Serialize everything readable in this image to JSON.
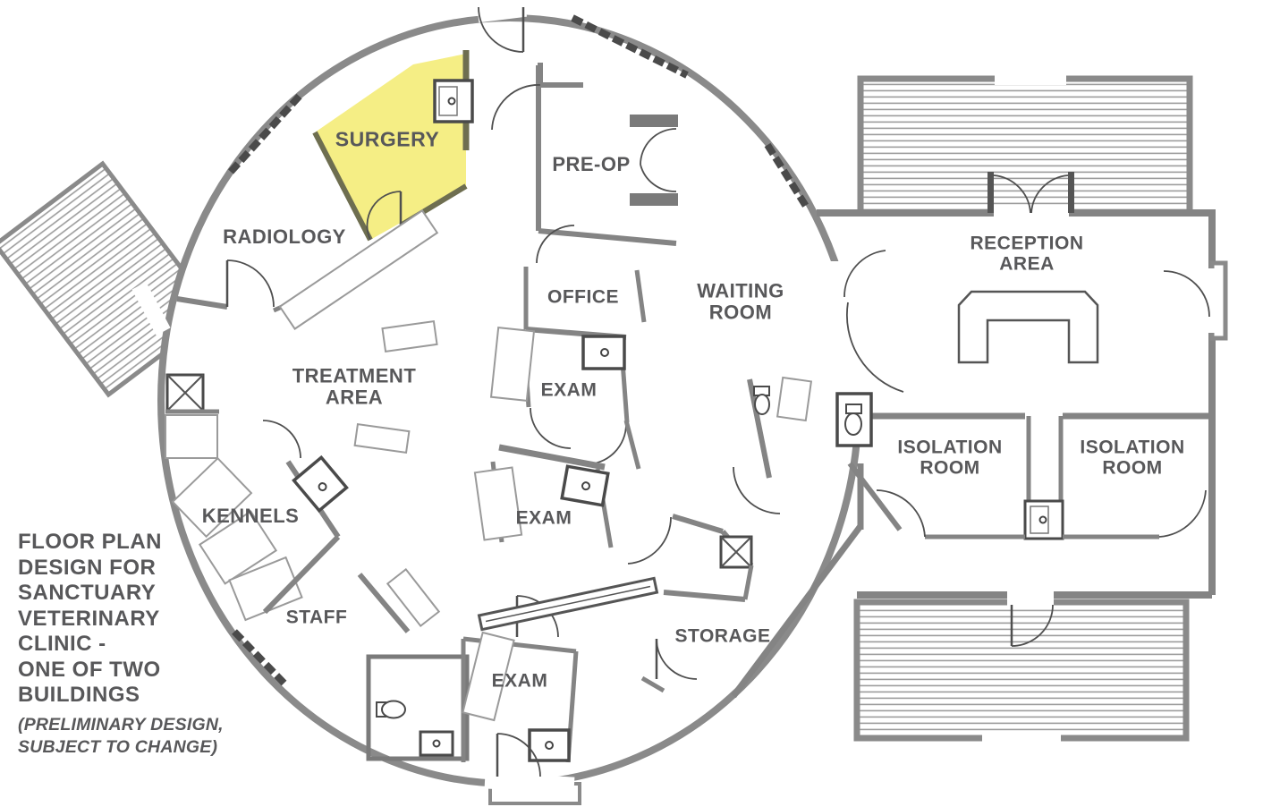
{
  "title_block": {
    "lines": [
      "FLOOR PLAN",
      "DESIGN FOR",
      "SANCTUARY",
      "VETERINARY",
      "CLINIC -",
      "ONE OF TWO",
      "BUILDINGS"
    ],
    "note_lines": [
      "(PRELIMINARY DESIGN,",
      "SUBJECT TO CHANGE)"
    ]
  },
  "rooms": {
    "surgery": {
      "label": "SURGERY",
      "highlighted": true
    },
    "radiology": {
      "label": "RADIOLOGY"
    },
    "pre_op": {
      "label": "PRE-OP"
    },
    "office": {
      "label": "OFFICE"
    },
    "waiting_room": {
      "label": "WAITING ROOM"
    },
    "treatment_area": {
      "label": "TREATMENT AREA"
    },
    "exam_upper": {
      "label": "EXAM"
    },
    "exam_middle": {
      "label": "EXAM"
    },
    "exam_lower": {
      "label": "EXAM"
    },
    "kennels": {
      "label": "KENNELS"
    },
    "staff": {
      "label": "STAFF"
    },
    "storage": {
      "label": "STORAGE"
    },
    "reception_area": {
      "label": "RECEPTION AREA"
    },
    "isolation_room_left": {
      "label": "ISOLATION ROOM"
    },
    "isolation_room_right": {
      "label": "ISOLATION ROOM"
    }
  },
  "colors": {
    "highlight_yellow": "#F5EE85",
    "wall_gray": "#848484",
    "label_gray": "#58585A",
    "background": "#FFFFFF"
  }
}
